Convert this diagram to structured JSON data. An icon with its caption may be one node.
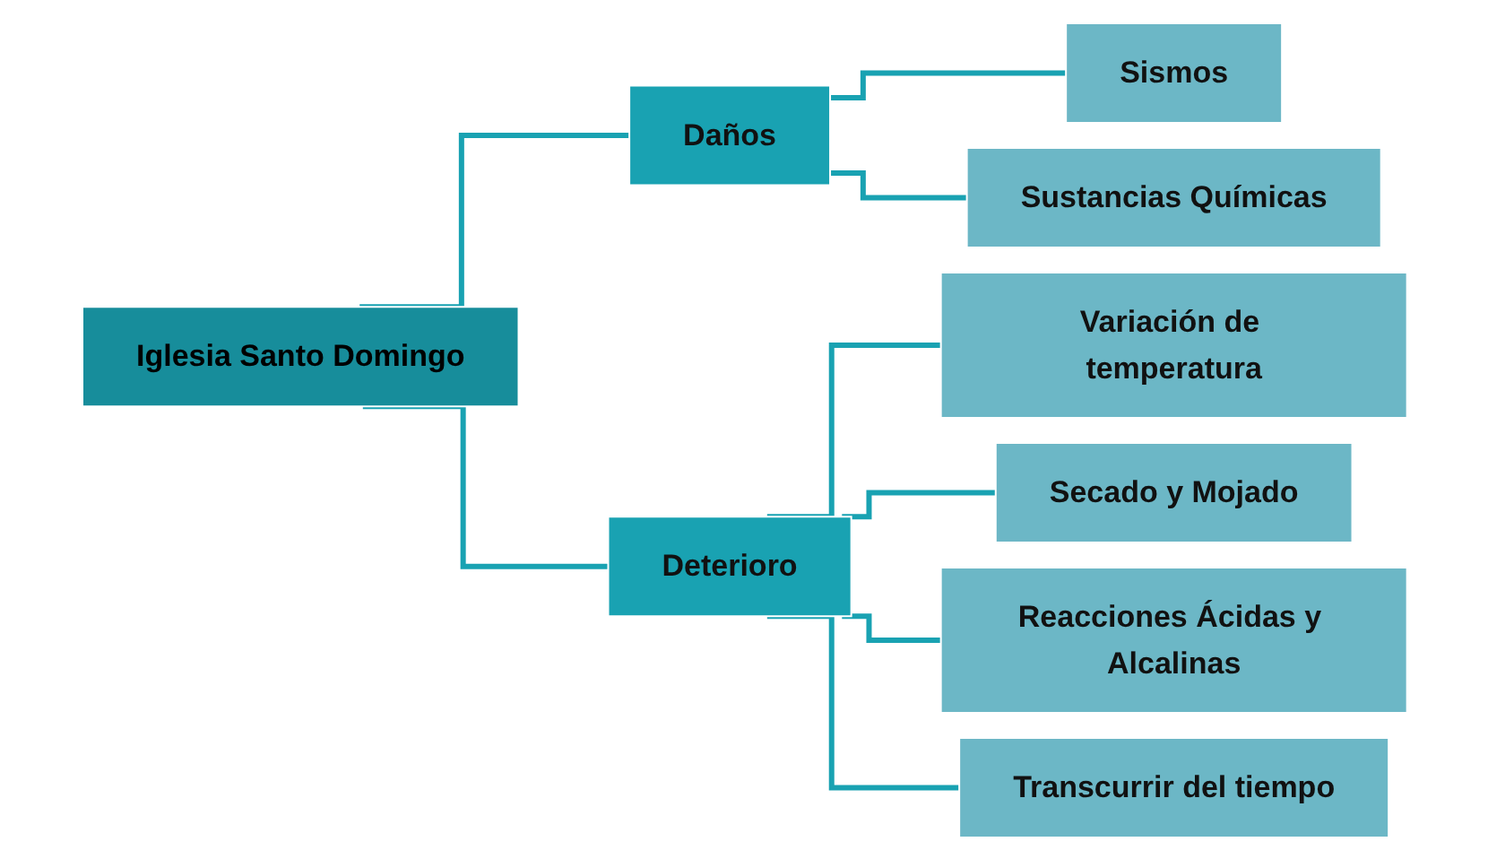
{
  "diagram": {
    "nodes": [
      {
        "text": [
          "Iglesia Santo Domingo"
        ]
      },
      {
        "text": [
          "Daños"
        ]
      },
      {
        "text": [
          "Deterioro"
        ]
      },
      {
        "text": [
          "Sismos"
        ]
      },
      {
        "text": [
          "Sustancias Químicas"
        ]
      },
      {
        "text": [
          "Variación de temperatura"
        ]
      },
      {
        "text": [
          "Secado y Mojado"
        ]
      },
      {
        "text": [
          "Reacciones Ácidas y Alcalinas"
        ]
      },
      {
        "text": [
          "Transcurrir del tiempo"
        ]
      }
    ],
    "edges": [
      {
        "from": 0,
        "to": 1,
        "arrow": "none"
      },
      {
        "from": 0,
        "to": 2,
        "arrow": "none"
      },
      {
        "from": 1,
        "to": 3,
        "arrow": "none"
      },
      {
        "from": 1,
        "to": 4,
        "arrow": "none"
      },
      {
        "from": 2,
        "to": 5,
        "arrow": "none"
      },
      {
        "from": 2,
        "to": 6,
        "arrow": "none"
      },
      {
        "from": 2,
        "to": 7,
        "arrow": "none"
      },
      {
        "from": 2,
        "to": 8,
        "arrow": "none"
      }
    ]
  }
}
